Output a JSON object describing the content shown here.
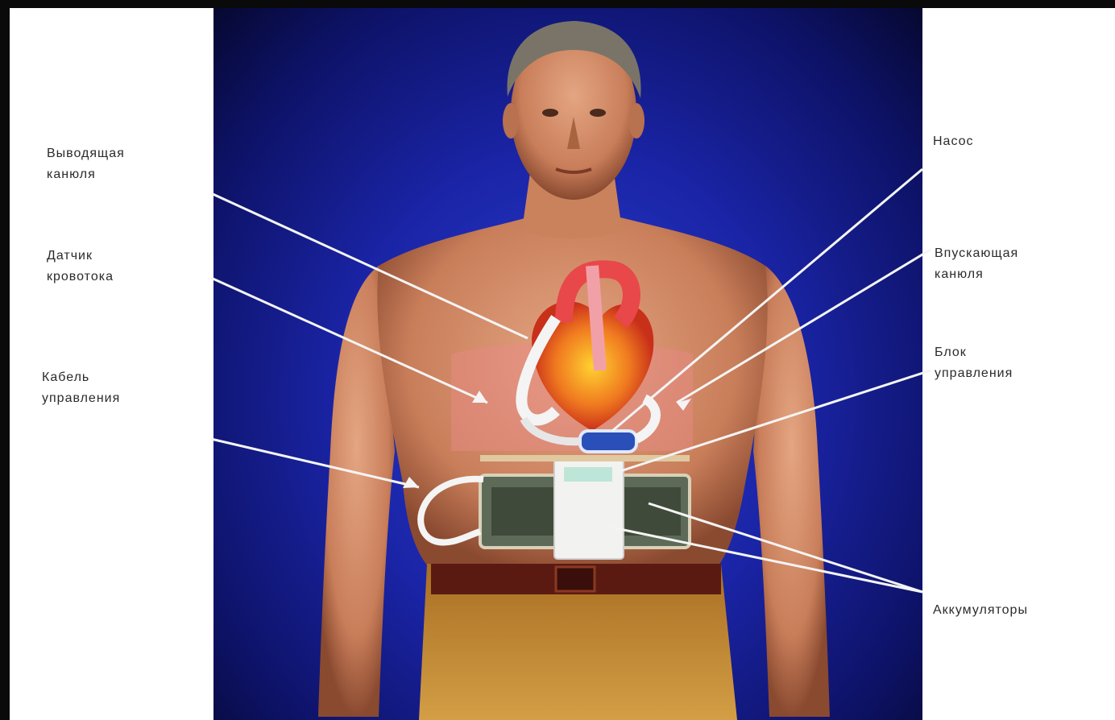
{
  "labels": {
    "outflow_cannula": "Выводящая\nканюля",
    "flow_sensor": "Датчик\nкровотока",
    "control_cable": "Кабель\nуправления",
    "pump": "Насос",
    "inflow_cannula": "Впускающая\nканюля",
    "control_unit": "Блок\nуправления",
    "batteries": "Аккумуляторы"
  },
  "colors": {
    "background_panel": "#1a24a6",
    "skin": "#d08a66",
    "trousers": "#b8862e",
    "belt": "#5a1a12",
    "leader_line": "#f4f4f4",
    "label_text": "#2b2b2b"
  }
}
